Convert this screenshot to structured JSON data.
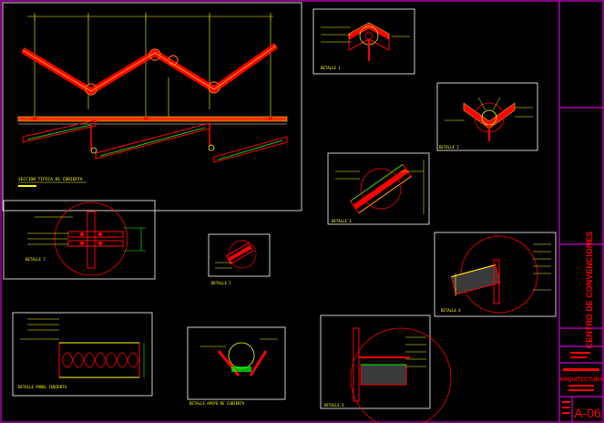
{
  "drawing": {
    "sheet_number": "A-06",
    "project_title": "CENTRO DE CONVENCIONES",
    "discipline": "ARQUITECTURA",
    "detail_labels": {
      "main_section": "SECCION TIPICA DE CUBIERTA",
      "detail_1": "DETALLE 1",
      "detail_2": "DETALLE 2",
      "detail_3": "DETALLE 3",
      "detail_4": "DETALLE 4",
      "detail_5": "DETALLE 5",
      "detail_6": "DETALLE 6",
      "detail_7": "DETALLE 7",
      "panel_detail": "DETALLE PANEL CUBIERTA",
      "bottom_detail": "DETALLE APOYO DE CUBIERTA"
    }
  },
  "colors": {
    "background": "#000000",
    "frame": "#ff00ff",
    "structure": "#ff0000",
    "annotation": "#ffff00",
    "dimension": "#00ff00",
    "panel_border": "#ffffff",
    "accent_blue": "#4060ff",
    "cyan": "#00ffff"
  }
}
